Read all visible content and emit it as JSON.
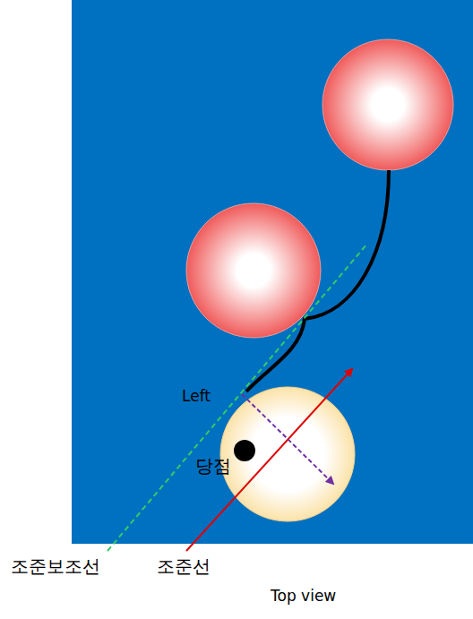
{
  "diagram": {
    "labels": [
      "Left",
      "당점",
      "조준보조선",
      "조준선",
      "Top view"
    ]
  }
}
